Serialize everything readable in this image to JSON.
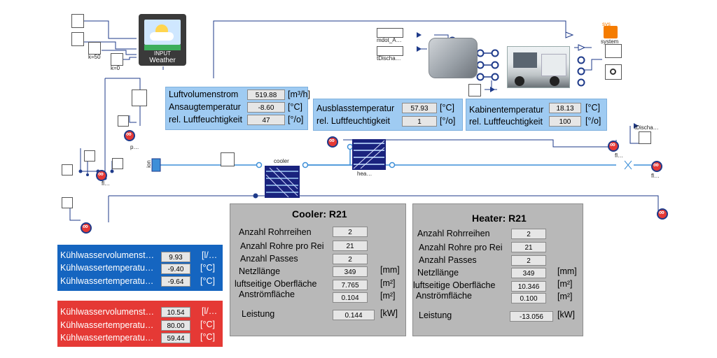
{
  "air_panel": {
    "rows": [
      {
        "label": "Luftvolumenstrom",
        "value": "519.88",
        "unit": "[m³/h]"
      },
      {
        "label": "Ansaugtemperatur",
        "value": "-8.60",
        "unit": "[°C]"
      },
      {
        "label": "rel. Luftfeuchtigkeit",
        "value": "47",
        "unit": "[°/o]"
      }
    ]
  },
  "outlet_panel": {
    "rows": [
      {
        "label": "Ausblasstemperatur",
        "value": "57.93",
        "unit": "[°C]"
      },
      {
        "label": "rel. Luftfeuchtigkeit",
        "value": "1",
        "unit": "[°/o]"
      }
    ]
  },
  "cabin_panel": {
    "rows": [
      {
        "label": "Kabinentemperatur",
        "value": "18.13",
        "unit": "[°C]"
      },
      {
        "label": "rel. Luftfeuchtigkeit",
        "value": "100",
        "unit": "[°/o]"
      }
    ]
  },
  "cooler_panel": {
    "title": "Cooler: R21",
    "rows": [
      {
        "label": "Anzahl Rohrreihen",
        "value": "2",
        "unit": ""
      },
      {
        "label": "Anzahl Rohre pro Rei",
        "value": "21",
        "unit": ""
      },
      {
        "label": "Anzahl Passes",
        "value": "2",
        "unit": ""
      },
      {
        "label": "Netzllänge",
        "value": "349",
        "unit": "[mm]"
      },
      {
        "label": "luftseitige Oberfläche",
        "value": "7.765",
        "unit": "[m²]"
      },
      {
        "label": "Anströmfläche",
        "value": "0.104",
        "unit": "[m²]"
      }
    ],
    "power": {
      "label": "Leistung",
      "value": "0.144",
      "unit": "[kW]"
    }
  },
  "heater_panel": {
    "title": "Heater: R21",
    "rows": [
      {
        "label": "Anzahl Rohrreihen",
        "value": "2",
        "unit": ""
      },
      {
        "label": "Anzahl Rohre pro Rei",
        "value": "21",
        "unit": ""
      },
      {
        "label": "Anzahl Passes",
        "value": "2",
        "unit": ""
      },
      {
        "label": "Netzllänge",
        "value": "349",
        "unit": "[mm]"
      },
      {
        "label": "luftseitige Oberfläche",
        "value": "10.346",
        "unit": "[m²]"
      },
      {
        "label": "Anströmfläche",
        "value": "0.100",
        "unit": "[m²]"
      }
    ],
    "power": {
      "label": "Leistung",
      "value": "-13.056",
      "unit": "[kW]"
    }
  },
  "coolant_blue": {
    "rows": [
      {
        "label": "Kühlwasservolumenst…",
        "value": "9.93",
        "unit": "[l/…"
      },
      {
        "label": "Kühlwassertemperatu…",
        "value": "-9.40",
        "unit": "[°C]"
      },
      {
        "label": "Kühlwassertemperatu…",
        "value": "-9.64",
        "unit": "[°C]"
      }
    ]
  },
  "coolant_red": {
    "rows": [
      {
        "label": "Kühlwasservolumenst…",
        "value": "10.54",
        "unit": "[l/…"
      },
      {
        "label": "Kühlwassertemperatu…",
        "value": "80.00",
        "unit": "[°C]"
      },
      {
        "label": "Kühlwassertemperatu…",
        "value": "59.44",
        "unit": "[°C]"
      }
    ]
  },
  "diagram": {
    "weather_line1": "INPUT",
    "weather_line2": "Weather",
    "k50": "k=50",
    "k0": "k=0",
    "cooler_label": "cooler",
    "heater_label": "hea…",
    "mdot_label": "mdot_A…",
    "tdischa_label": "tDischa…",
    "tdischa2_label": "tDischa…",
    "system_label": "system",
    "sys_label": "sys",
    "p_label": "p…",
    "fl_label": "fl…",
    "fl2_label": "fl…",
    "fl3_label": "fl…",
    "ion_label": "ion"
  }
}
